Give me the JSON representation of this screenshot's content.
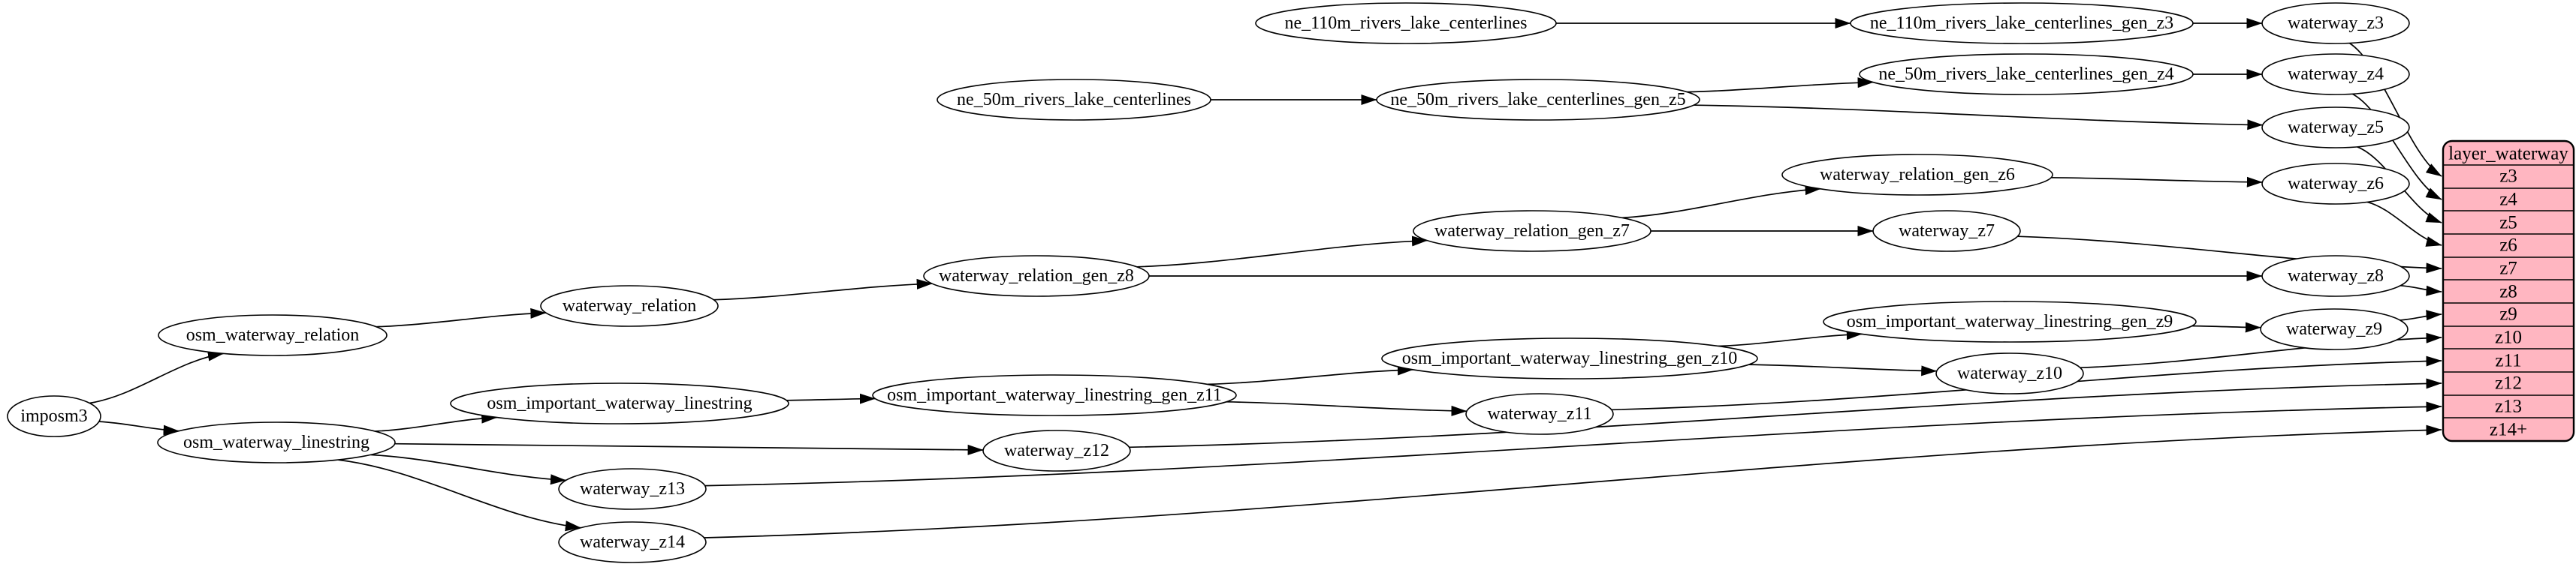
{
  "diagram": {
    "type": "graphviz-dependency-diagram",
    "colors": {
      "background": "#ffffff",
      "node_fill": "#ffffff",
      "stroke": "#000000",
      "table_fill": "#ffb6c1",
      "table_stroke": "#000000"
    },
    "nodes": [
      {
        "id": "imposm3",
        "label": "imposm3"
      },
      {
        "id": "osm_waterway_relation",
        "label": "osm_waterway_relation"
      },
      {
        "id": "osm_waterway_linestring",
        "label": "osm_waterway_linestring"
      },
      {
        "id": "waterway_relation",
        "label": "waterway_relation"
      },
      {
        "id": "waterway_relation_gen_z8",
        "label": "waterway_relation_gen_z8"
      },
      {
        "id": "waterway_relation_gen_z7",
        "label": "waterway_relation_gen_z7"
      },
      {
        "id": "waterway_relation_gen_z6",
        "label": "waterway_relation_gen_z6"
      },
      {
        "id": "ne_110m_rivers_lake_centerlines",
        "label": "ne_110m_rivers_lake_centerlines"
      },
      {
        "id": "ne_110m_rivers_lake_centerlines_gen_z3",
        "label": "ne_110m_rivers_lake_centerlines_gen_z3"
      },
      {
        "id": "ne_50m_rivers_lake_centerlines",
        "label": "ne_50m_rivers_lake_centerlines"
      },
      {
        "id": "ne_50m_rivers_lake_centerlines_gen_z5",
        "label": "ne_50m_rivers_lake_centerlines_gen_z5"
      },
      {
        "id": "ne_50m_rivers_lake_centerlines_gen_z4",
        "label": "ne_50m_rivers_lake_centerlines_gen_z4"
      },
      {
        "id": "osm_important_waterway_linestring",
        "label": "osm_important_waterway_linestring"
      },
      {
        "id": "osm_important_waterway_linestring_gen_z11",
        "label": "osm_important_waterway_linestring_gen_z11"
      },
      {
        "id": "osm_important_waterway_linestring_gen_z10",
        "label": "osm_important_waterway_linestring_gen_z10"
      },
      {
        "id": "osm_important_waterway_linestring_gen_z9",
        "label": "osm_important_waterway_linestring_gen_z9"
      },
      {
        "id": "waterway_z3",
        "label": "waterway_z3"
      },
      {
        "id": "waterway_z4",
        "label": "waterway_z4"
      },
      {
        "id": "waterway_z5",
        "label": "waterway_z5"
      },
      {
        "id": "waterway_z6",
        "label": "waterway_z6"
      },
      {
        "id": "waterway_z7",
        "label": "waterway_z7"
      },
      {
        "id": "waterway_z8",
        "label": "waterway_z8"
      },
      {
        "id": "waterway_z9",
        "label": "waterway_z9"
      },
      {
        "id": "waterway_z10",
        "label": "waterway_z10"
      },
      {
        "id": "waterway_z11",
        "label": "waterway_z11"
      },
      {
        "id": "waterway_z12",
        "label": "waterway_z12"
      },
      {
        "id": "waterway_z13",
        "label": "waterway_z13"
      },
      {
        "id": "waterway_z14",
        "label": "waterway_z14"
      }
    ],
    "edges": [
      {
        "from": "imposm3",
        "to": "osm_waterway_relation"
      },
      {
        "from": "imposm3",
        "to": "osm_waterway_linestring"
      },
      {
        "from": "osm_waterway_relation",
        "to": "waterway_relation"
      },
      {
        "from": "waterway_relation",
        "to": "waterway_relation_gen_z8"
      },
      {
        "from": "waterway_relation_gen_z8",
        "to": "waterway_relation_gen_z7"
      },
      {
        "from": "waterway_relation_gen_z8",
        "to": "waterway_z8"
      },
      {
        "from": "waterway_relation_gen_z7",
        "to": "waterway_relation_gen_z6"
      },
      {
        "from": "waterway_relation_gen_z7",
        "to": "waterway_z7"
      },
      {
        "from": "waterway_relation_gen_z6",
        "to": "waterway_z6"
      },
      {
        "from": "ne_110m_rivers_lake_centerlines",
        "to": "ne_110m_rivers_lake_centerlines_gen_z3"
      },
      {
        "from": "ne_110m_rivers_lake_centerlines_gen_z3",
        "to": "waterway_z3"
      },
      {
        "from": "ne_50m_rivers_lake_centerlines",
        "to": "ne_50m_rivers_lake_centerlines_gen_z5"
      },
      {
        "from": "ne_50m_rivers_lake_centerlines_gen_z5",
        "to": "ne_50m_rivers_lake_centerlines_gen_z4"
      },
      {
        "from": "ne_50m_rivers_lake_centerlines_gen_z5",
        "to": "waterway_z5"
      },
      {
        "from": "ne_50m_rivers_lake_centerlines_gen_z4",
        "to": "waterway_z4"
      },
      {
        "from": "osm_waterway_linestring",
        "to": "osm_important_waterway_linestring"
      },
      {
        "from": "osm_waterway_linestring",
        "to": "waterway_z12"
      },
      {
        "from": "osm_waterway_linestring",
        "to": "waterway_z13"
      },
      {
        "from": "osm_waterway_linestring",
        "to": "waterway_z14"
      },
      {
        "from": "osm_important_waterway_linestring",
        "to": "osm_important_waterway_linestring_gen_z11"
      },
      {
        "from": "osm_important_waterway_linestring_gen_z11",
        "to": "osm_important_waterway_linestring_gen_z10"
      },
      {
        "from": "osm_important_waterway_linestring_gen_z11",
        "to": "waterway_z11"
      },
      {
        "from": "osm_important_waterway_linestring_gen_z10",
        "to": "osm_important_waterway_linestring_gen_z9"
      },
      {
        "from": "osm_important_waterway_linestring_gen_z10",
        "to": "waterway_z10"
      },
      {
        "from": "osm_important_waterway_linestring_gen_z9",
        "to": "waterway_z9"
      },
      {
        "from": "waterway_z3",
        "to": "row:z3"
      },
      {
        "from": "waterway_z4",
        "to": "row:z4"
      },
      {
        "from": "waterway_z5",
        "to": "row:z5"
      },
      {
        "from": "waterway_z6",
        "to": "row:z6"
      },
      {
        "from": "waterway_z7",
        "to": "row:z7"
      },
      {
        "from": "waterway_z8",
        "to": "row:z8"
      },
      {
        "from": "waterway_z9",
        "to": "row:z9"
      },
      {
        "from": "waterway_z10",
        "to": "row:z10"
      },
      {
        "from": "waterway_z11",
        "to": "row:z11"
      },
      {
        "from": "waterway_z12",
        "to": "row:z12"
      },
      {
        "from": "waterway_z13",
        "to": "row:z13"
      },
      {
        "from": "waterway_z14",
        "to": "row:z14+"
      }
    ],
    "table": {
      "title": "layer_waterway",
      "rows": [
        "z3",
        "z4",
        "z5",
        "z6",
        "z7",
        "z8",
        "z9",
        "z10",
        "z11",
        "z12",
        "z13",
        "z14+"
      ]
    }
  }
}
